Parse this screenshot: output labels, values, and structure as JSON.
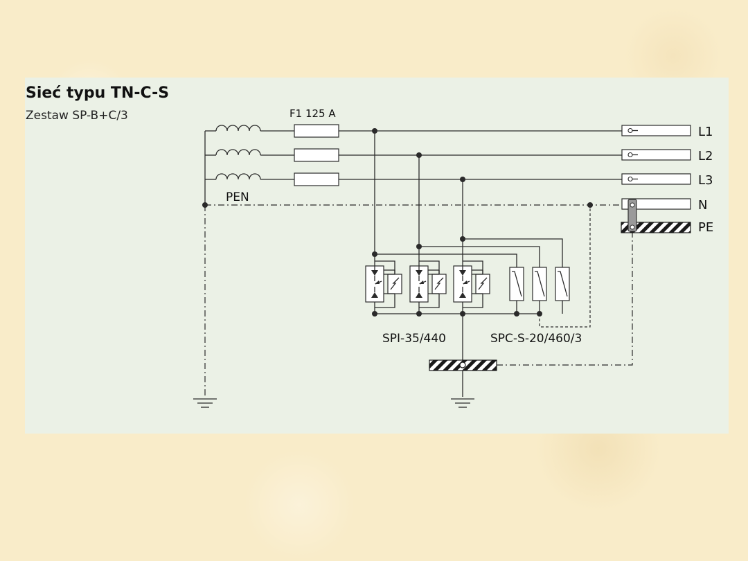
{
  "header": {
    "title": "Sieć typu TN-C-S",
    "subtitle": "Zestaw SP-B+C/3"
  },
  "labels": {
    "fuse": "F1 125 A",
    "pen": "PEN",
    "spd_class1": "SPI-35/440",
    "spd_class2": "SPC-S-20/460/3"
  },
  "terminals": [
    "L1",
    "L2",
    "L3",
    "N",
    "PE"
  ],
  "colors": {
    "panel": "#ebf1e6",
    "background": "#f9ecc9",
    "line": "#2a2a2a"
  }
}
